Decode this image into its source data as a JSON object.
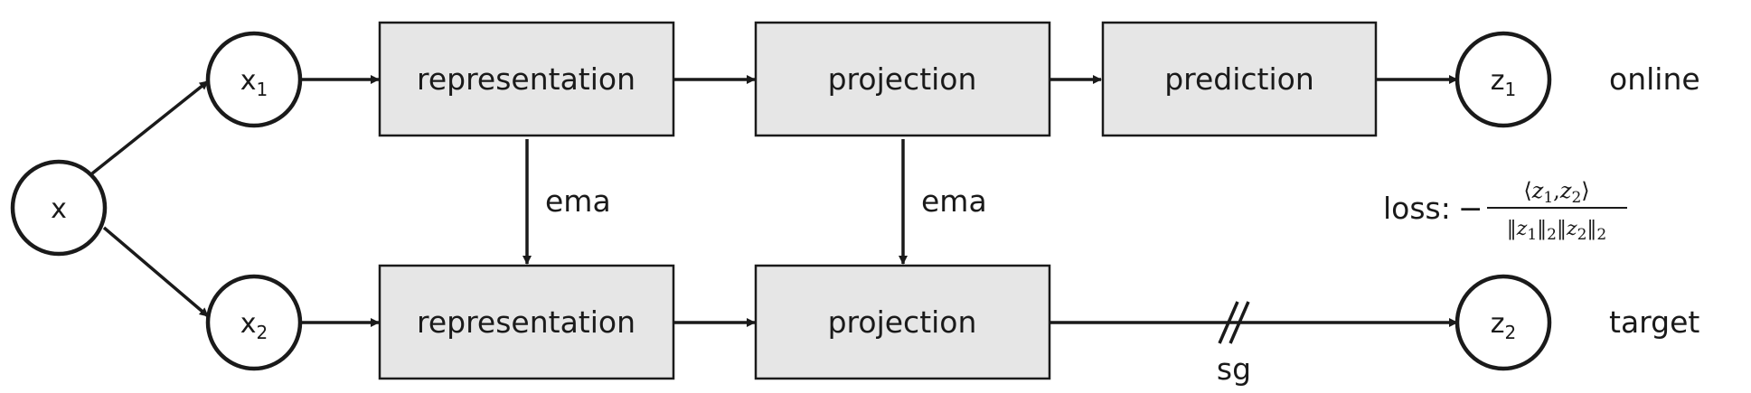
{
  "nodes": {
    "x": "x",
    "x1": {
      "base": "x",
      "sub": "1"
    },
    "x2": {
      "base": "x",
      "sub": "2"
    },
    "z1": {
      "base": "z",
      "sub": "1"
    },
    "z2": {
      "base": "z",
      "sub": "2"
    }
  },
  "online": {
    "representation": "representation",
    "projection": "projection",
    "prediction": "prediction",
    "branch_label": "online"
  },
  "target": {
    "representation": "representation",
    "projection": "projection",
    "branch_label": "target"
  },
  "edges": {
    "ema_representation": "ema",
    "ema_projection": "ema",
    "stop_gradient": "sg"
  },
  "loss": {
    "label": "loss:",
    "sign": "−",
    "numerator": {
      "open": "⟨",
      "a": "z",
      "a_sub": "1",
      "comma": ",",
      "b": "z",
      "b_sub": "2",
      "close": "⟩"
    },
    "denominator": {
      "bar_open_1": "‖",
      "a": "z",
      "a_sub": "1",
      "bar_close_1": "‖",
      "norm_sub_1": "2",
      "bar_open_2": "‖",
      "b": "z",
      "b_sub": "2",
      "bar_close_2": "‖",
      "norm_sub_2": "2"
    }
  },
  "colors": {
    "box_fill": "#e6e6e6",
    "stroke": "#1a1a1a",
    "background": "#ffffff"
  }
}
